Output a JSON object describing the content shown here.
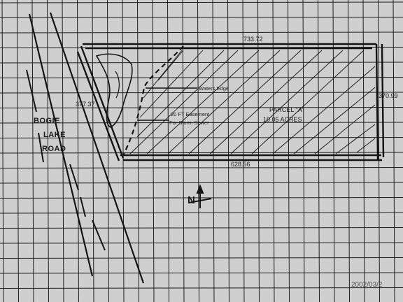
{
  "road": {
    "lines": [
      "BOGIE",
      "LAKE",
      "ROAD"
    ]
  },
  "dimensions": {
    "north_side": "733.72",
    "south_side": "628.56",
    "east_side": "370.99",
    "west_side": "377.37"
  },
  "annotations": {
    "waters_edge": "Waters Edge",
    "easement_line1": "20 FT Easement",
    "easement_line2": "For Storm Sewer"
  },
  "parcel": {
    "name": "PARCEL \"A\"",
    "area": "10.05 ACRES"
  },
  "north_arrow": {
    "label": "N"
  },
  "stamp": {
    "date": "2002/03/2"
  },
  "colors": {
    "paper": "#cfcfcf",
    "grid": "#1e1e1e",
    "ink": "#141414"
  }
}
